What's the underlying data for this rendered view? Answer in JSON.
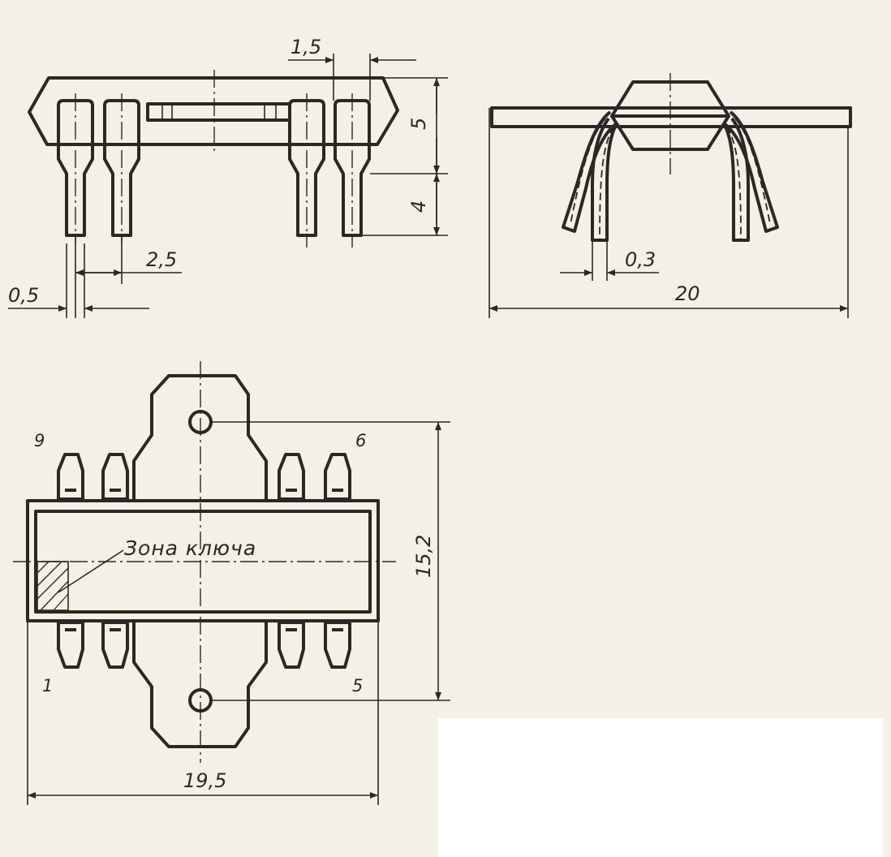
{
  "dimensions": {
    "lead_pitch_side": "1,5",
    "body_height": "5",
    "lead_length": "4",
    "lead_spacing": "2,5",
    "lead_width": "0,5",
    "lead_thickness": "0,3",
    "span_width": "20",
    "mount_height": "15,2",
    "body_length": "19,5"
  },
  "labels": {
    "key_zone": "Зона ключа",
    "pin_9": "9",
    "pin_6": "6",
    "pin_1": "1",
    "pin_5": "5"
  },
  "colors": {
    "paper": "#f3f1e6",
    "ink": "#2a2724"
  }
}
